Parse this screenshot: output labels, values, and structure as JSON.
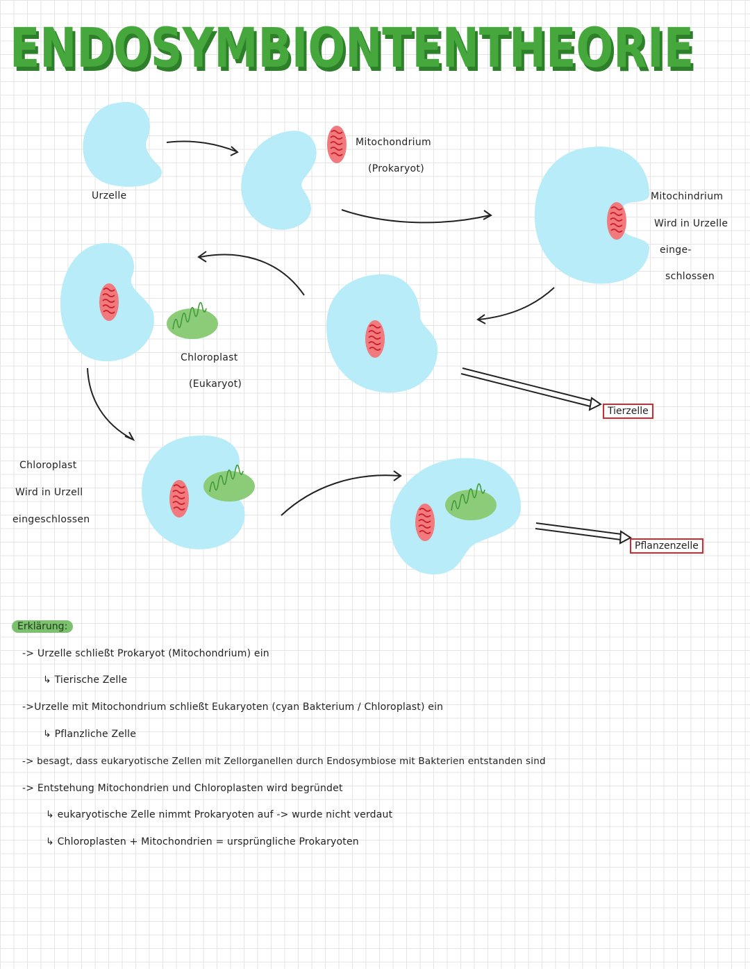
{
  "title": "ENDOSYMBIONTENTHEORIE",
  "labels": {
    "urzelle": "Urzelle",
    "mitochondrium_line1": "Mitochondrium",
    "mitochondrium_line2": "(Prokaryot)",
    "mito_eingeschlossen": [
      "Mitochindrium",
      "Wird in Urzelle",
      "einge-",
      "schlossen"
    ],
    "chloroplast_line1": "Chloroplast",
    "chloroplast_line2": "(Eukaryot)",
    "chloro_eingeschlossen": [
      "Chloroplast",
      "Wird in Urzell",
      "eingeschlossen"
    ],
    "tierzelle": "Tierzelle",
    "pflanzenzelle": "Pflanzenzelle"
  },
  "explanation": {
    "heading": "Erklärung:",
    "lines": [
      "-> Urzelle schließt Prokaryot (Mitochondrium) ein",
      "↳ Tierische Zelle",
      "->Urzelle mit Mitochondrium schließt Eukaryoten (cyan Bakterium / Chloroplast) ein",
      "↳ Pflanzliche Zelle",
      "-> besagt, dass eukaryotische Zellen mit Zellorganellen durch Endosymbiose mit Bakterien entstanden sind",
      "-> Entstehung Mitochondrien und Chloroplasten wird begründet",
      "↳ eukaryotische Zelle nimmt Prokaryoten auf -> wurde nicht verdaut",
      "↳ Chloroplasten + Mitochondrien = ursprüngliche Prokaryoten"
    ]
  },
  "colors": {
    "cell": "#b7ecf8",
    "mito_fill": "#f07a7e",
    "mito_inner": "#c9202a",
    "chloro_fill": "#8ccc78",
    "chloro_inner": "#3f9a38",
    "title_fill": "#46a83c",
    "title_dark": "#2e7f2a",
    "tag_bg": "#7cc16e",
    "box_border": "#d2282e"
  }
}
